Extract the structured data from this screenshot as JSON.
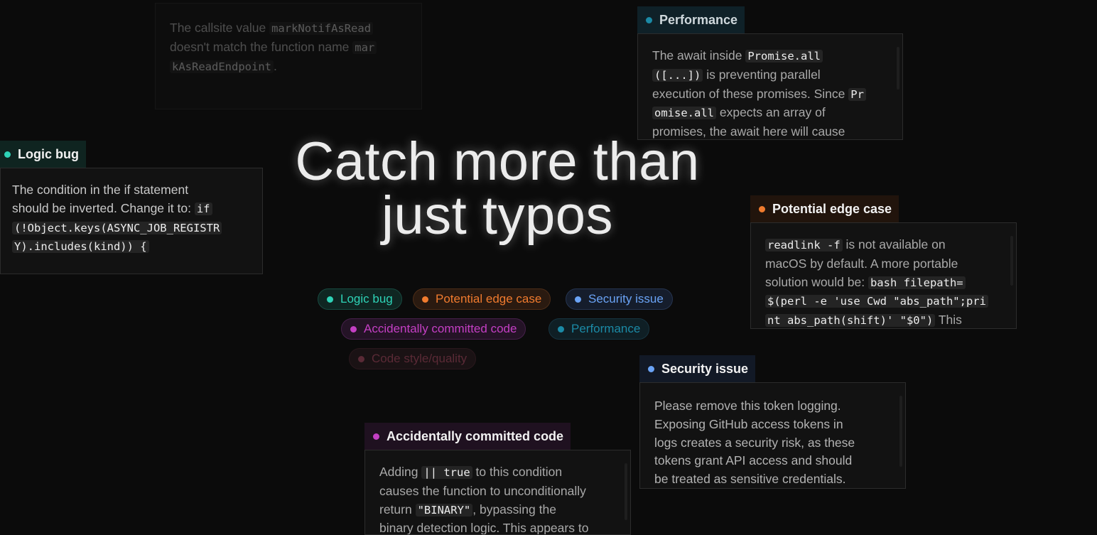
{
  "headline": {
    "line1": "Catch more than",
    "line2": "just typos"
  },
  "legend": {
    "logic_bug": "Logic bug",
    "edge_case": "Potential edge case",
    "security": "Security issue",
    "committed": "Accidentally committed code",
    "performance": "Performance",
    "style": "Code style/quality"
  },
  "colors": {
    "logic_bug": "#2ed3b7",
    "edge_case": "#f07b2e",
    "security": "#6aa3f5",
    "committed": "#c43fc4",
    "performance": "#1b8aa6",
    "style": "#6b2a3a"
  },
  "cards": {
    "naming": {
      "t1": "The callsite value ",
      "c1": "markNotifAsRead",
      "t2": " doesn't match the function name ",
      "c2a": "mar",
      "c2b": "kAsReadEndpoint",
      "t3": "."
    },
    "performance": {
      "title": "Performance",
      "t1": "The await inside ",
      "c1": "Promise.all",
      "c2": "([...])",
      "t2": " is preventing parallel",
      "t3": "execution of these promises. Since ",
      "c3": "Pr",
      "c4": "omise.all",
      "t4": " expects an array of",
      "t5": "promises, the await here will cause"
    },
    "logic_bug": {
      "title": "Logic bug",
      "t1": "The condition in the if statement",
      "t2": "should be inverted. Change it to: ",
      "c1": "if",
      "c2": "(!Object.keys(ASYNC_JOB_REGISTR",
      "c3": "Y).includes(kind)) {"
    },
    "edge_case": {
      "title": "Potential edge case",
      "c1": "readlink -f",
      "t1": " is not available on",
      "t2": "macOS by default. A more portable",
      "t3": "solution would be: ",
      "c2": "bash filepath=",
      "c3": "$(perl -e 'use Cwd \"abs_path\";pri",
      "c4": "nt abs_path(shift)' \"$0\")",
      "t4": " This"
    },
    "security": {
      "title": "Security issue",
      "l1": "Please remove this token logging.",
      "l2": "Exposing GitHub access tokens in",
      "l3": "logs creates a security risk, as these",
      "l4": "tokens grant API access and should",
      "l5": "be treated as sensitive credentials."
    },
    "committed": {
      "title": "Accidentally committed code",
      "t1": "Adding ",
      "c1": "|| true",
      "t2": " to this condition",
      "t3": "causes the function to unconditionally",
      "t4": "return ",
      "c2": "\"BINARY\"",
      "t5": ", bypassing the",
      "t6": "binary detection logic. This appears to"
    }
  }
}
